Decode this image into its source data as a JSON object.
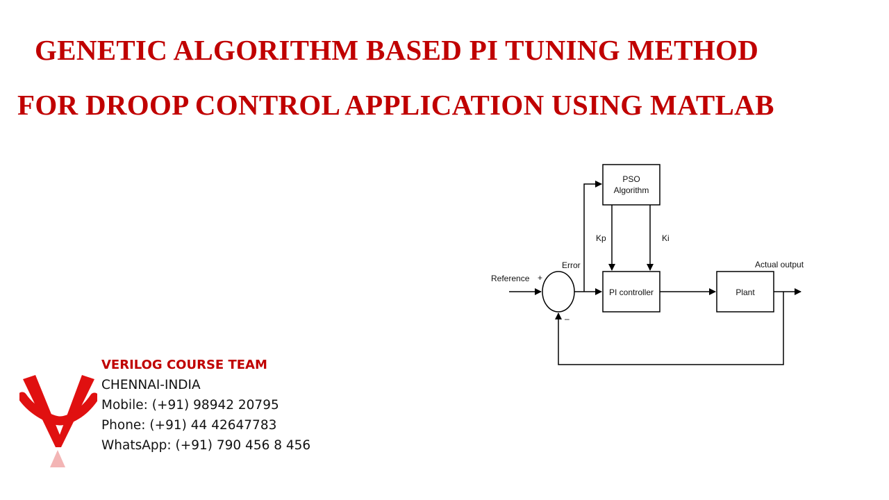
{
  "title": {
    "line1": "GENETIC ALGORITHM BASED PI TUNING METHOD",
    "line2": "FOR DROOP CONTROL APPLICATION USING MATLAB"
  },
  "diagram": {
    "pso_line1": "PSO",
    "pso_line2": "Algorithm",
    "pi_controller": "PI controller",
    "plant": "Plant",
    "kp": "Kp",
    "ki": "Ki",
    "error": "Error",
    "reference": "Reference",
    "plus": "+",
    "minus": "–",
    "actual_output": "Actual output"
  },
  "contact": {
    "team": "VERILOG COURSE TEAM",
    "location": "CHENNAI-INDIA",
    "mobile": "Mobile: (+91) 98942 20795",
    "phone": "Phone: (+91) 44 42647783",
    "whatsapp": "WhatsApp: (+91) 790 456 8 456"
  },
  "colors": {
    "accent": "#c00000",
    "logo_red": "#e01010"
  }
}
